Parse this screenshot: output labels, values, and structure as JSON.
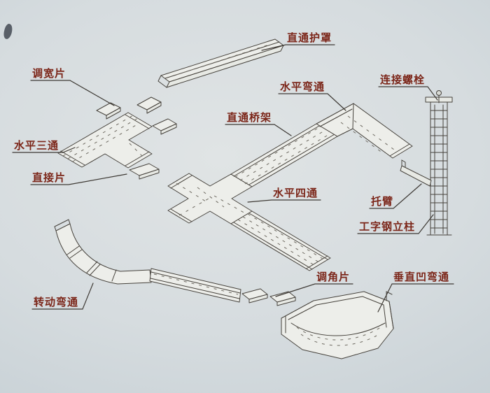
{
  "labels": [
    {
      "id": "straight-cover",
      "text": "直通护罩"
    },
    {
      "id": "width-adjust-piece",
      "text": "调宽片"
    },
    {
      "id": "horizontal-tee",
      "text": "水平三通"
    },
    {
      "id": "direct-piece",
      "text": "直接片"
    },
    {
      "id": "horizontal-bend",
      "text": "水平弯通"
    },
    {
      "id": "connecting-bolt",
      "text": "连接螺栓"
    },
    {
      "id": "straight-tray",
      "text": "直通桥架"
    },
    {
      "id": "horizontal-cross",
      "text": "水平四通"
    },
    {
      "id": "bracket-arm",
      "text": "托臂"
    },
    {
      "id": "i-beam-column",
      "text": "工字钢立柱"
    },
    {
      "id": "angle-adjust-piece",
      "text": "调角片"
    },
    {
      "id": "vertical-concave-bend",
      "text": "垂直凹弯通"
    },
    {
      "id": "rotating-bend",
      "text": "转动弯通"
    }
  ],
  "colors": {
    "background": "#cfd7db",
    "line": "#45413b",
    "label_text": "#7b2518",
    "paper": "#edeeea"
  }
}
